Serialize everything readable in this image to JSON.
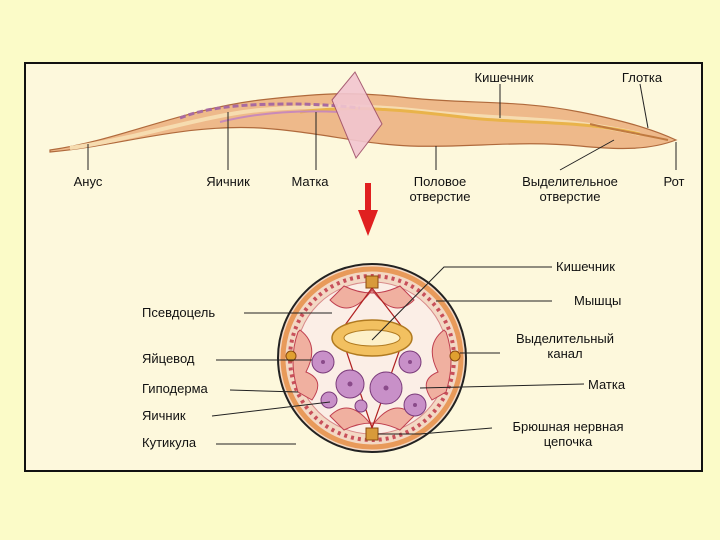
{
  "colors": {
    "background": "#fbfbc8",
    "panel": "#fdf8dc",
    "body_wall": "#e7a574",
    "intestine": "#f0b84a",
    "ovary": "#a86aa0",
    "arrow": "#e02020"
  },
  "worm_labels": {
    "anus": "Анус",
    "ovary": "Яичник",
    "uterus": "Матка",
    "genital_opening_1": "Половое",
    "genital_opening_2": "отверстие",
    "intestine": "Кишечник",
    "pharynx": "Глотка",
    "excretory_opening_1": "Выделительное",
    "excretory_opening_2": "отверстие",
    "mouth": "Рот"
  },
  "section_labels": {
    "pseudocoel": "Псевдоцель",
    "oviduct": "Яйцевод",
    "hypodermis": "Гиподерма",
    "ovary": "Яичник",
    "cuticle": "Кутикула",
    "intestine": "Кишечник",
    "muscles": "Мышцы",
    "excretory_canal_1": "Выделительный",
    "excretory_canal_2": "канал",
    "uterus": "Матка",
    "nerve_cord_1": "Брюшная нервная",
    "nerve_cord_2": "цепочка"
  }
}
